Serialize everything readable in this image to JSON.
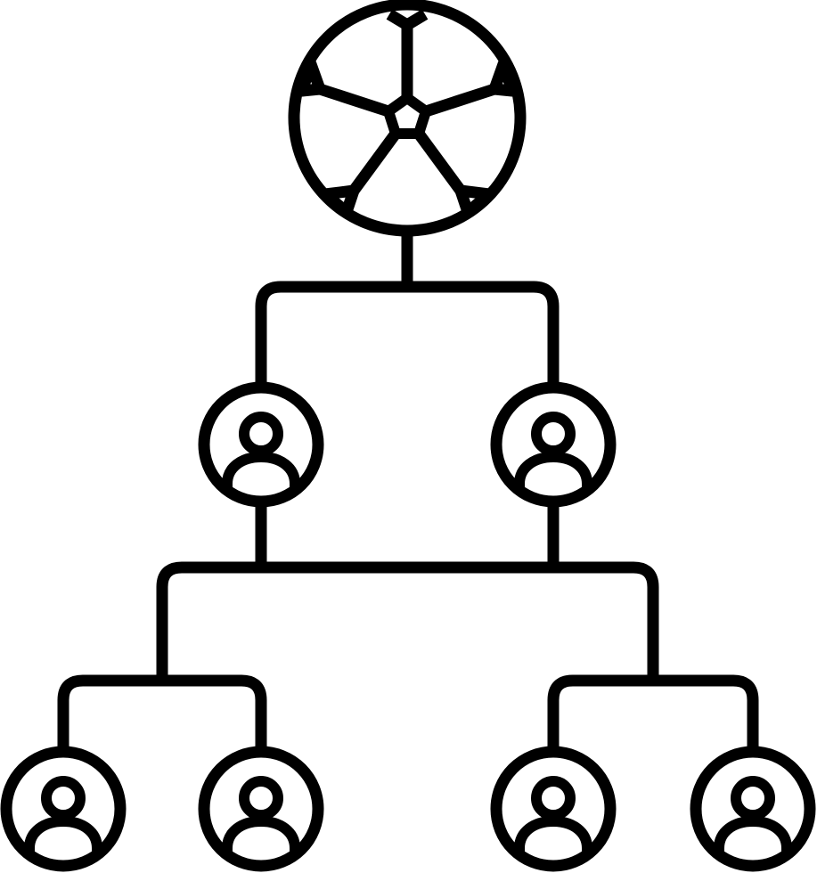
{
  "diagram": {
    "stroke_color": "#000000",
    "background_color": "#ffffff",
    "root": {
      "icon": "soccer-ball-icon"
    },
    "nodes": [
      {
        "id": "semifinal-left",
        "icon": "user-icon"
      },
      {
        "id": "semifinal-right",
        "icon": "user-icon"
      },
      {
        "id": "quarterfinal-1",
        "icon": "user-icon"
      },
      {
        "id": "quarterfinal-2",
        "icon": "user-icon"
      },
      {
        "id": "quarterfinal-3",
        "icon": "user-icon"
      },
      {
        "id": "quarterfinal-4",
        "icon": "user-icon"
      }
    ]
  }
}
